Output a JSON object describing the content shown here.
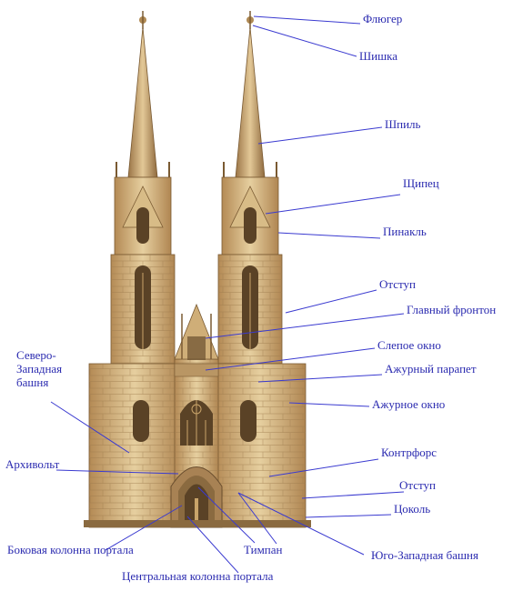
{
  "diagram": {
    "labels": {
      "flyuger": "Флюгер",
      "shishka": "Шишка",
      "shpil": "Шпиль",
      "shchipets": "Щипец",
      "pinakl": "Пинакль",
      "otstup_top": "Отступ",
      "glavny_fronton": "Главный фронтон",
      "slepoe_okno": "Слепое окно",
      "azhurny_parapet": "Ажурный парапет",
      "azhurnoe_okno": "Ажурное окно",
      "kontrfors": "Контрфорс",
      "otstup_bottom": "Отступ",
      "tsokol": "Цоколь",
      "severo_zapadnaya_line1": "Северо-",
      "severo_zapadnaya_line2": "Западная",
      "severo_zapadnaya_line3": "башня",
      "arkhivolt": "Архивольт",
      "bokovaya_kolonna": "Боковая колонна портала",
      "timpan": "Тимпан",
      "yugo_zapadnaya": "Юго-Западная башня",
      "tsentralnaya_kolonna": "Центральная колонна портала"
    },
    "colors": {
      "label_text": "#2b2bb0",
      "leader_line": "#3a3ad0",
      "stone_light": "#e2c99a",
      "stone_mid": "#c9a46a",
      "stone_dark": "#8a6a40",
      "window_dark": "#5a4226"
    }
  }
}
